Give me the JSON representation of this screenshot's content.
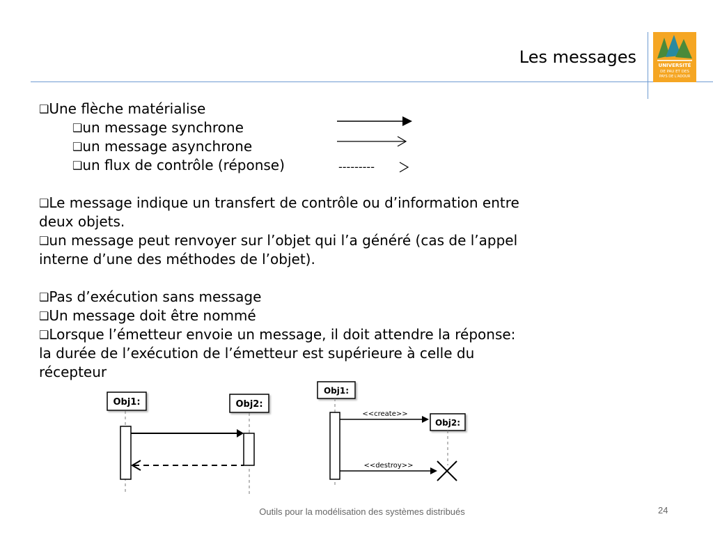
{
  "slide": {
    "title": "Les messages",
    "footer": "Outils pour la modélisation des systèmes distribués",
    "page_number": "24"
  },
  "logo": {
    "line1": "UNIVERSITÉ",
    "line2": "DE PAU ET DES",
    "line3": "PAYS DE L'ADOUR",
    "colors": {
      "orange": "#f5a623",
      "green": "#4a8a3a",
      "teal": "#2a8aa0"
    }
  },
  "bullets": {
    "b1": "Une flèche matérialise",
    "b1_sub1": "un message synchrone",
    "b1_sub2": "un message asynchrone",
    "b1_sub3": "un flux de contrôle (réponse)",
    "b2_l1": "Le message indique un transfert de contrôle ou d’information entre",
    "b2_l2": "deux objets.",
    "b3_l1": "un message peut renvoyer sur l’objet qui l’a généré (cas de l’appel",
    "b3_l2": "interne d’une des méthodes de l’objet).",
    "b4": "Pas d’exécution sans message",
    "b5": "Un message doit être nommé",
    "b6_l1": "Lorsque l’émetteur envoie un message, il doit attendre la réponse:",
    "b6_l2": "la durée de l’exécution de l’émetteur est supérieure à celle du",
    "b6_l3": "récepteur"
  },
  "dashed_arrow_text": "---------",
  "diagram1": {
    "obj1": "Obj1:",
    "obj2": "Obj2:"
  },
  "diagram2": {
    "obj1": "Obj1:",
    "obj2": "Obj2:",
    "create": "<<create>>",
    "destroy": "<<destroy>>"
  }
}
